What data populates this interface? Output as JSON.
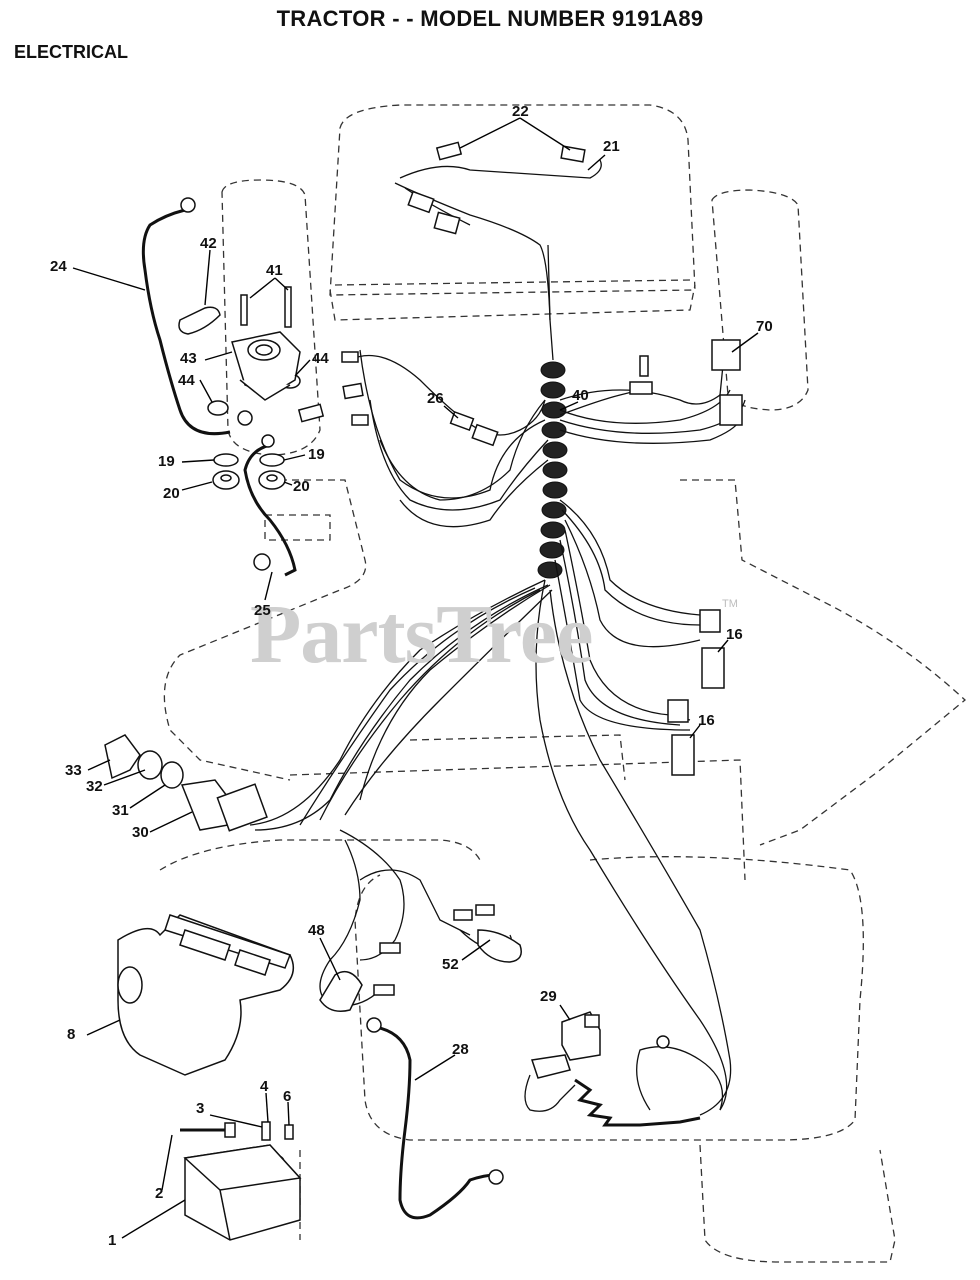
{
  "header": {
    "title": "TRACTOR - - MODEL NUMBER 9191A89",
    "section": "ELECTRICAL"
  },
  "watermark": {
    "text": "PartsTree",
    "tm": "TM"
  },
  "callouts": {
    "c1": "1",
    "c2": "2",
    "c3": "3",
    "c4": "4",
    "c6": "6",
    "c8": "8",
    "c16a": "16",
    "c16b": "16",
    "c19a": "19",
    "c19b": "19",
    "c20a": "20",
    "c20b": "20",
    "c21": "21",
    "c22": "22",
    "c24": "24",
    "c25": "25",
    "c26": "26",
    "c28": "28",
    "c29": "29",
    "c30": "30",
    "c31": "31",
    "c32": "32",
    "c33": "33",
    "c40": "40",
    "c41": "41",
    "c42": "42",
    "c43": "43",
    "c44a": "44",
    "c44b": "44",
    "c48": "48",
    "c52": "52",
    "c70": "70"
  }
}
